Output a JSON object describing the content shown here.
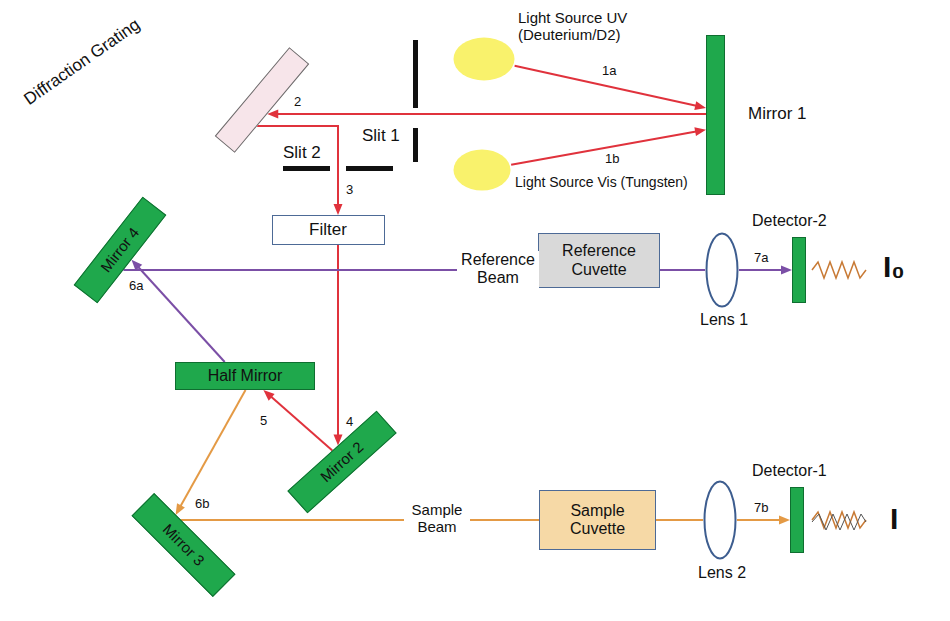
{
  "diagram": {
    "nodes": [
      {
        "text": [
          "Diffraction Grating"
        ]
      },
      {
        "text": [
          "Light Source UV (Deuterium/D2)"
        ]
      },
      {
        "text": [
          "Mirror 1"
        ]
      },
      {
        "text": [
          "Light Source Vis (Tungsten)"
        ]
      },
      {
        "text": [
          "Filter"
        ]
      },
      {
        "text": [
          "Mirror 4"
        ]
      },
      {
        "text": [
          "Reference Cuvette"
        ]
      },
      {
        "text": [
          "Lens 1"
        ]
      },
      {
        "text": [
          "Detector-2"
        ]
      },
      {
        "text": [
          "Half Mirror"
        ]
      },
      {
        "text": [
          "Mirror 2"
        ]
      },
      {
        "text": [
          "Mirror 3"
        ]
      },
      {
        "text": [
          "Sample Cuvette"
        ]
      },
      {
        "text": [
          "Lens 2"
        ]
      },
      {
        "text": [
          "Detector-1"
        ]
      }
    ],
    "edges": [
      {
        "from": 1,
        "to": 2,
        "arrow": "to",
        "label": "1a"
      },
      {
        "from": 3,
        "to": 2,
        "arrow": "to",
        "label": "1b"
      },
      {
        "from": 2,
        "to": 0,
        "arrow": "to",
        "label": "2"
      },
      {
        "from": 0,
        "to": 4,
        "arrow": "to",
        "label": "3"
      },
      {
        "from": 4,
        "to": 10,
        "arrow": "to",
        "label": "4"
      },
      {
        "from": 10,
        "to": 9,
        "arrow": "to",
        "label": "5"
      },
      {
        "from": 9,
        "to": 5,
        "arrow": "to",
        "label": "6a"
      },
      {
        "from": 5,
        "to": 6,
        "arrow": "none",
        "label": "Reference Beam"
      },
      {
        "from": 6,
        "to": 7,
        "arrow": "none"
      },
      {
        "from": 7,
        "to": 8,
        "arrow": "to",
        "label": "7a"
      },
      {
        "from": 9,
        "to": 11,
        "arrow": "to",
        "label": "6b"
      },
      {
        "from": 11,
        "to": 12,
        "arrow": "none",
        "label": "Sample Beam"
      },
      {
        "from": 12,
        "to": 13,
        "arrow": "none"
      },
      {
        "from": 13,
        "to": 14,
        "arrow": "to",
        "label": "7b"
      }
    ],
    "labels": [
      "Slit 1",
      "Slit 2",
      "I₀",
      "I"
    ]
  }
}
